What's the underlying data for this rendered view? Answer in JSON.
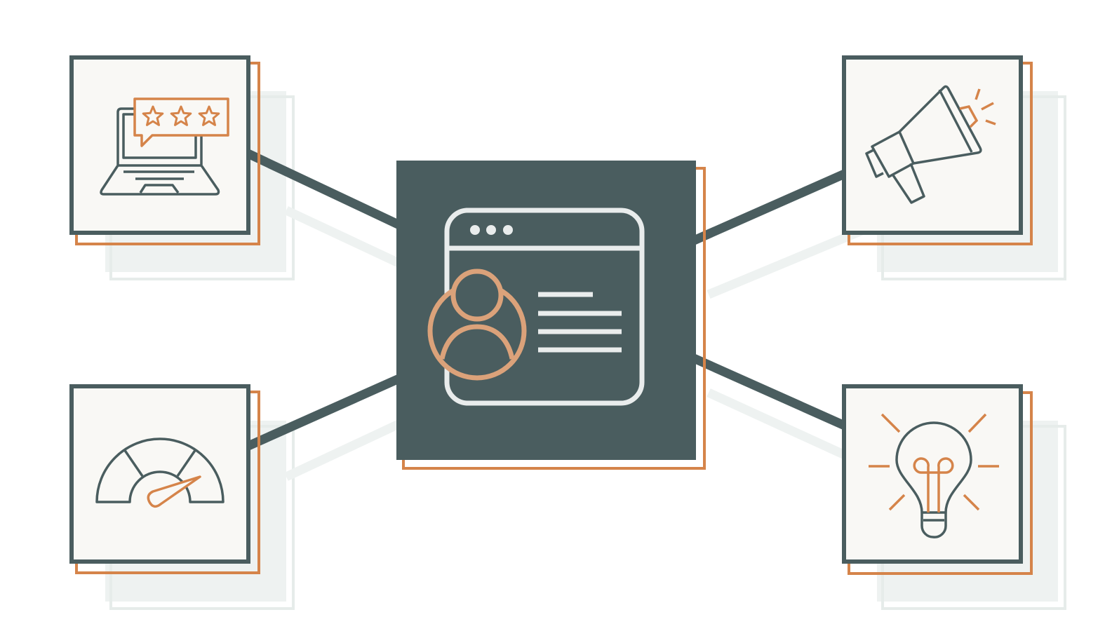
{
  "diagram": {
    "center": {
      "icon": "browser-profile-icon"
    },
    "nodes": [
      {
        "id": "reviews",
        "icon": "laptop-ratings-icon",
        "rating_stars": 3
      },
      {
        "id": "announcement",
        "icon": "megaphone-icon"
      },
      {
        "id": "performance",
        "icon": "speedometer-icon"
      },
      {
        "id": "ideas",
        "icon": "lightbulb-icon"
      }
    ],
    "connections": [
      {
        "from": "center",
        "to": "reviews"
      },
      {
        "from": "center",
        "to": "announcement"
      },
      {
        "from": "center",
        "to": "performance"
      },
      {
        "from": "center",
        "to": "ideas"
      }
    ]
  },
  "colors": {
    "slate": "#4a5d5f",
    "orange": "#d5844a",
    "light_orange": "#dba27a",
    "card_fill": "#f9f8f5",
    "shadow": "#eef2f1",
    "panel_line": "#e9ecec"
  }
}
